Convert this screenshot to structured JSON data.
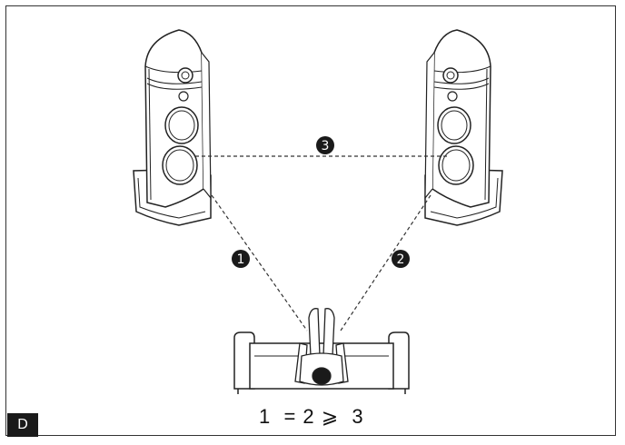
{
  "diagram": {
    "corner_label": "D",
    "formula": "1  = 2 ⩾  3",
    "markers": [
      {
        "id": "1",
        "label": "1"
      },
      {
        "id": "2",
        "label": "2"
      },
      {
        "id": "3",
        "label": "3"
      }
    ],
    "icons": [
      "speaker-left-icon",
      "speaker-right-icon",
      "sofa-icon",
      "listener-icon"
    ]
  }
}
